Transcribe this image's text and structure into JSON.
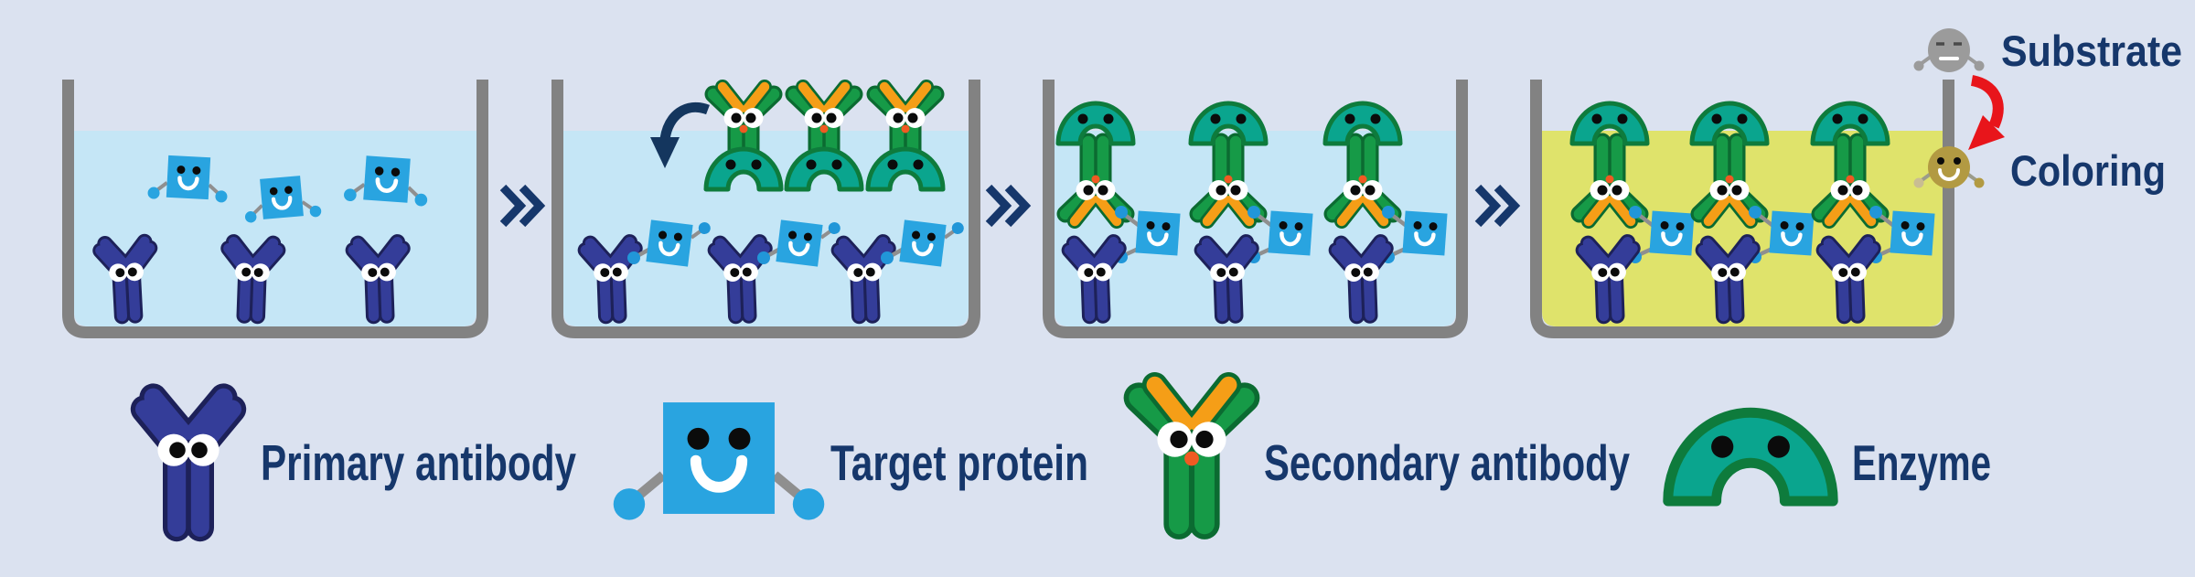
{
  "diagram": {
    "type": "elisa-immunoassay-process",
    "separator_icon": "double-chevron-right-icon",
    "stages": [
      {
        "name": "well-stage-1",
        "liquid_color": "#c5e6f6",
        "contents": [
          "primary-antibody-icon x3",
          "target-protein-icon x3 floating"
        ]
      },
      {
        "name": "well-stage-2",
        "liquid_color": "#c5e6f6",
        "add_arrow_icon": "navy-curved-down-arrow-icon",
        "contents": [
          "secondary-antibody-with-enzyme-icon x3 added",
          "primary-antibody-bound-to-target-icon x3"
        ]
      },
      {
        "name": "well-stage-3",
        "liquid_color": "#c5e6f6",
        "contents": [
          "sandwich-complex-icon x3 (enzyme + secondary antibody + target protein + primary antibody)"
        ]
      },
      {
        "name": "well-stage-4",
        "liquid_color": "#dfe36b",
        "contents": [
          "sandwich-complex-icon x3"
        ],
        "reaction_arrow_icon": "red-curved-down-arrow-icon"
      }
    ]
  },
  "annotations": {
    "substrate_label": "Substrate",
    "coloring_label": "Coloring",
    "substrate_icon": "substrate-character-icon",
    "coloring_icon": "coloring-character-icon"
  },
  "legend": {
    "items": [
      {
        "icon": "primary-antibody-icon",
        "label": "Primary antibody"
      },
      {
        "icon": "target-protein-icon",
        "label": "Target protein"
      },
      {
        "icon": "secondary-antibody-icon",
        "label": "Secondary antibody"
      },
      {
        "icon": "enzyme-icon",
        "label": "Enzyme"
      }
    ]
  },
  "colors": {
    "background": "#dbe2f0",
    "liquid_blue": "#c5e6f6",
    "liquid_yellow": "#dfe36b",
    "well_wall": "#828282",
    "primary_antibody_fill": "#343d99",
    "primary_antibody_outline": "#1d2159",
    "secondary_antibody_fill": "#169a47",
    "secondary_antibody_outline": "#0b6b31",
    "secondary_antibody_inner_arms": "#f59e17",
    "enzyme_fill": "#0aa58e",
    "enzyme_outline": "#0e7b3c",
    "target_protein": "#29a4e0",
    "binding_dot": "#2196d8",
    "connector_gray": "#8f8f8f",
    "chevron": "#16376b",
    "add_arrow": "#14365e",
    "reaction_arrow": "#e8151b",
    "substrate_character": "#9b9b9b",
    "coloring_character": "#b29a42",
    "label_text": "#16376b"
  }
}
